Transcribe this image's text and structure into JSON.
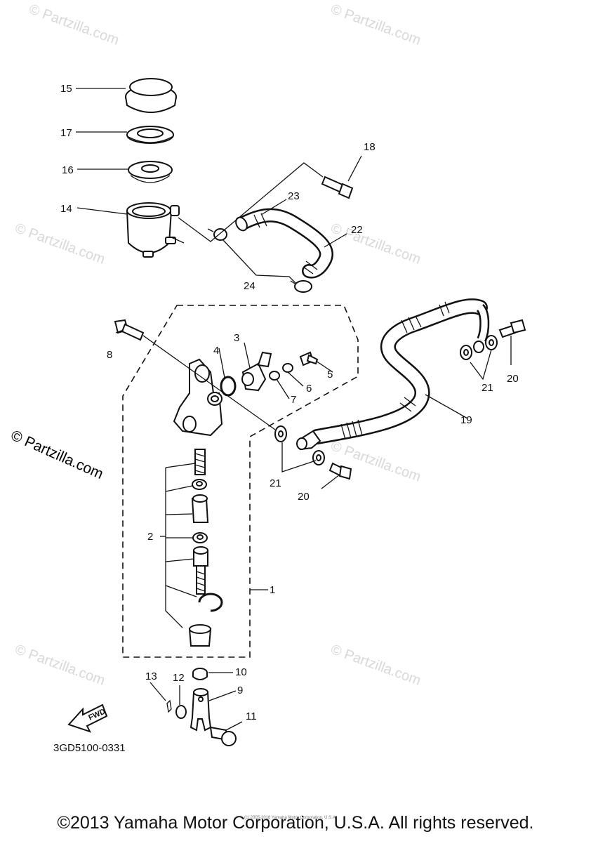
{
  "watermarks": {
    "repeat_text": "© Partzilla.com",
    "side_text": "© Partzilla.com"
  },
  "callouts": {
    "n1": "1",
    "n2": "2",
    "n3": "3",
    "n4": "4",
    "n5": "5",
    "n6": "6",
    "n7": "7",
    "n8": "8",
    "n9": "9",
    "n10": "10",
    "n11": "11",
    "n12": "12",
    "n13": "13",
    "n14": "14",
    "n15": "15",
    "n16": "16",
    "n17": "17",
    "n18": "18",
    "n19": "19",
    "n20": "20",
    "n21": "21",
    "n22": "22",
    "n23": "23",
    "n24": "24"
  },
  "fwd_label": "FWD",
  "diagram_code": "3GD5100-0331",
  "footer": {
    "copyright": "©2013 Yamaha Motor Corporation, U.S.A. All rights reserved.",
    "micro_copyright": "(c) 2005-2016 Yamaha Motor Corporation, U.S.A."
  }
}
